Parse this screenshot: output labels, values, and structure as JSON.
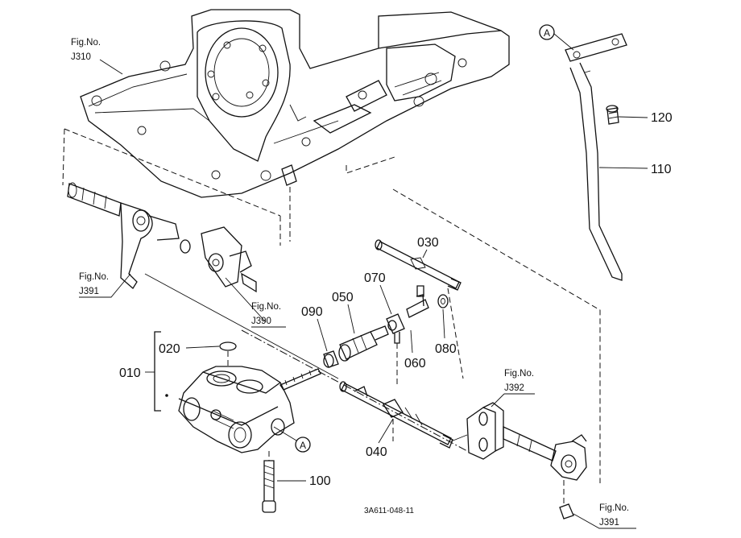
{
  "diagram": {
    "drawing_code": "3A611-048-11",
    "callout_marker": "A",
    "fig_refs": [
      {
        "prefix": "Fig.No.",
        "number": "J310"
      },
      {
        "prefix": "Fig.No.",
        "number": "J391"
      },
      {
        "prefix": "Fig.No.",
        "number": "J390"
      },
      {
        "prefix": "Fig.No.",
        "number": "J392"
      },
      {
        "prefix": "Fig.No.",
        "number": "J391"
      }
    ],
    "parts": [
      "010",
      "020",
      "030",
      "040",
      "050",
      "060",
      "070",
      "080",
      "090",
      "100",
      "110",
      "120"
    ]
  }
}
